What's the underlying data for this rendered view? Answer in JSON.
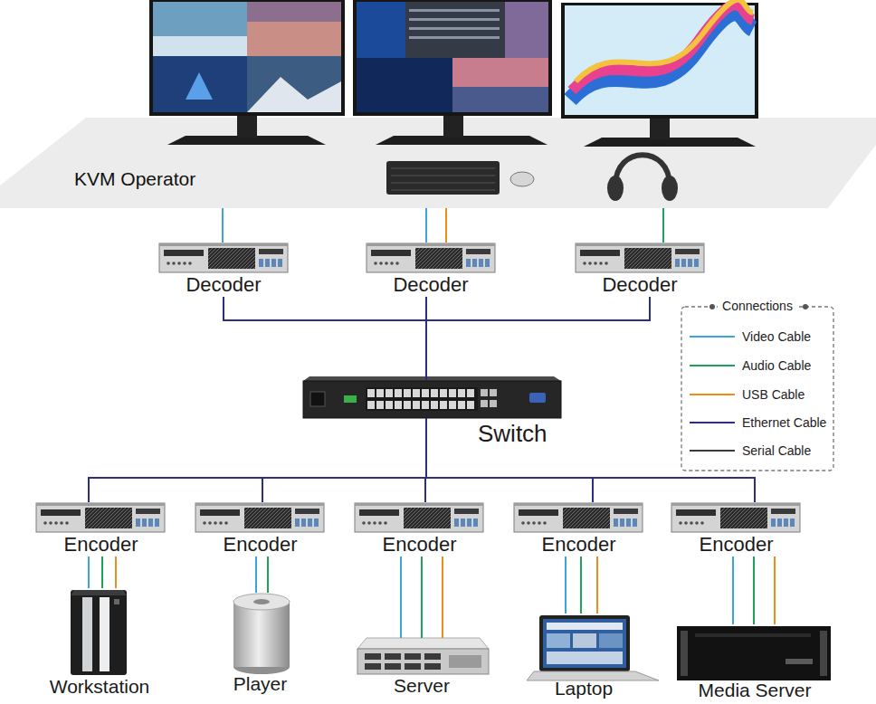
{
  "diagram": {
    "nodes": [
      {
        "text": [
          "KVM Operator"
        ]
      },
      {
        "text": [
          "Decoder"
        ]
      },
      {
        "text": [
          "Decoder"
        ]
      },
      {
        "text": [
          "Decoder"
        ]
      },
      {
        "text": [
          "Switch"
        ]
      },
      {
        "text": [
          "Encoder"
        ]
      },
      {
        "text": [
          "Encoder"
        ]
      },
      {
        "text": [
          "Encoder"
        ]
      },
      {
        "text": [
          "Encoder"
        ]
      },
      {
        "text": [
          "Encoder"
        ]
      },
      {
        "text": [
          "Workstation"
        ]
      },
      {
        "text": [
          "Player"
        ]
      },
      {
        "text": [
          "Server"
        ]
      },
      {
        "text": [
          "Laptop"
        ]
      },
      {
        "text": [
          "Media Server"
        ]
      }
    ],
    "edges": [
      {
        "from": 0,
        "to": 1,
        "arrow": "none"
      },
      {
        "from": 0,
        "to": 2,
        "arrow": "none"
      },
      {
        "from": 0,
        "to": 2,
        "arrow": "none"
      },
      {
        "from": 0,
        "to": 3,
        "arrow": "none"
      },
      {
        "from": 1,
        "to": 4,
        "arrow": "none"
      },
      {
        "from": 2,
        "to": 4,
        "arrow": "none"
      },
      {
        "from": 3,
        "to": 4,
        "arrow": "none"
      },
      {
        "from": 4,
        "to": 5,
        "arrow": "none"
      },
      {
        "from": 4,
        "to": 6,
        "arrow": "none"
      },
      {
        "from": 4,
        "to": 7,
        "arrow": "none"
      },
      {
        "from": 4,
        "to": 8,
        "arrow": "none"
      },
      {
        "from": 4,
        "to": 9,
        "arrow": "none"
      },
      {
        "from": 5,
        "to": 10,
        "arrow": "none"
      },
      {
        "from": 5,
        "to": 10,
        "arrow": "none"
      },
      {
        "from": 5,
        "to": 10,
        "arrow": "none"
      },
      {
        "from": 6,
        "to": 11,
        "arrow": "none"
      },
      {
        "from": 6,
        "to": 11,
        "arrow": "none"
      },
      {
        "from": 7,
        "to": 12,
        "arrow": "none"
      },
      {
        "from": 7,
        "to": 12,
        "arrow": "none"
      },
      {
        "from": 7,
        "to": 12,
        "arrow": "none"
      },
      {
        "from": 8,
        "to": 13,
        "arrow": "none"
      },
      {
        "from": 8,
        "to": 13,
        "arrow": "none"
      },
      {
        "from": 8,
        "to": 13,
        "arrow": "none"
      },
      {
        "from": 9,
        "to": 14,
        "arrow": "none"
      },
      {
        "from": 9,
        "to": 14,
        "arrow": "none"
      },
      {
        "from": 9,
        "to": 14,
        "arrow": "none"
      }
    ],
    "labels": [
      "Connections"
    ],
    "legend": [
      {
        "text": "Video Cable"
      },
      {
        "text": "Audio Cable"
      },
      {
        "text": "USB Cable"
      },
      {
        "text": "Ethernet Cable"
      },
      {
        "text": "Serial Cable"
      }
    ]
  }
}
